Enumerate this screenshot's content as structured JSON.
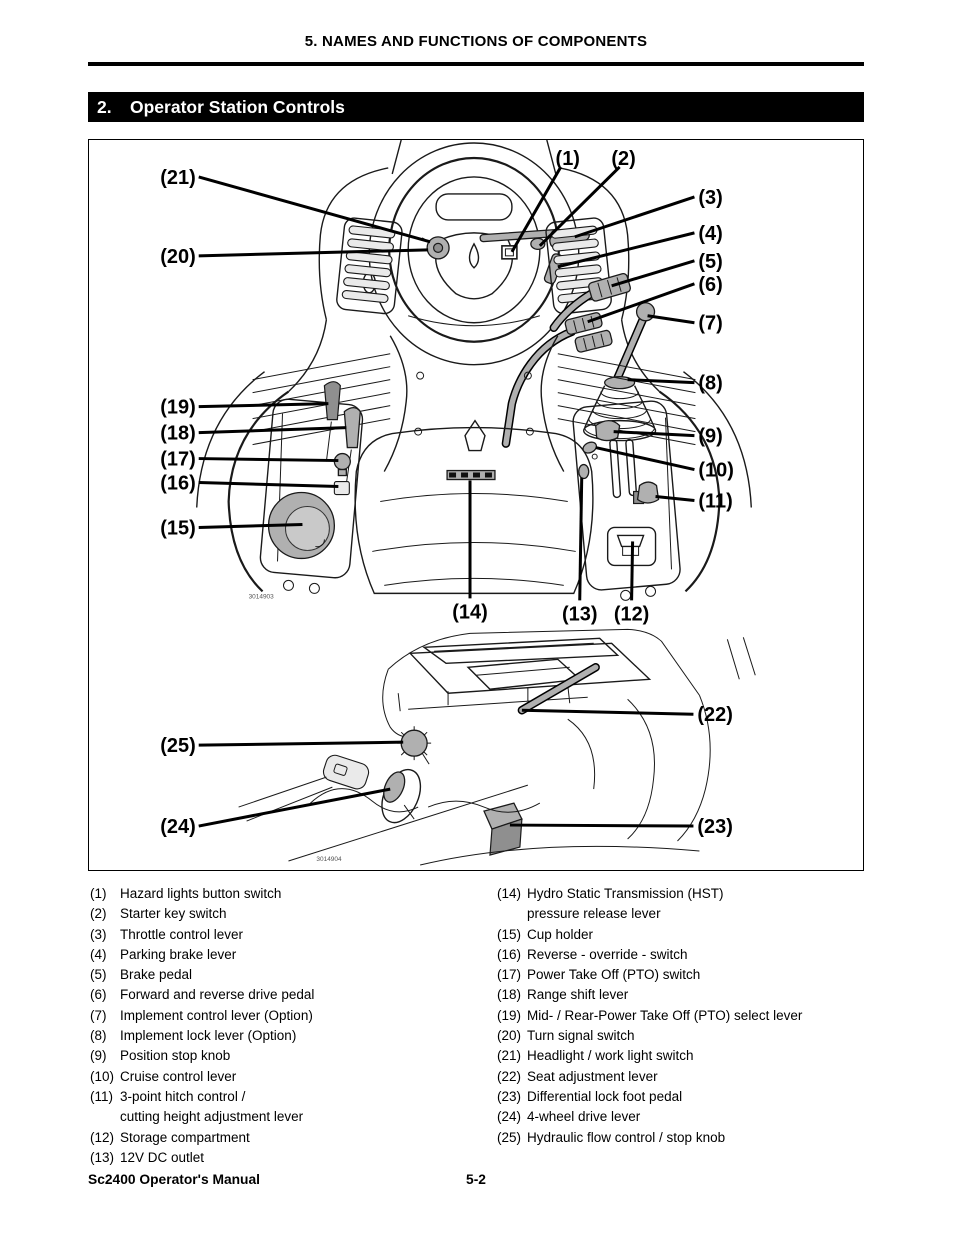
{
  "page": {
    "header": "5. NAMES AND FUNCTIONS OF COMPONENTS",
    "section_number": "2.",
    "section_title": "Operator Station Controls",
    "footer_left": "Sc2400 Operator's Manual",
    "footer_page": "5-2"
  },
  "colors": {
    "banner_bg": "#000000",
    "banner_text": "#ffffff",
    "metal_fill": "#b0b0b0",
    "line": "#1a1a1a"
  },
  "diagram": {
    "figure_codes": [
      "3014903",
      "3014904"
    ],
    "callouts": [
      {
        "label": "(1)"
      },
      {
        "label": "(2)"
      },
      {
        "label": "(3)"
      },
      {
        "label": "(4)"
      },
      {
        "label": "(5)"
      },
      {
        "label": "(6)"
      },
      {
        "label": "(7)"
      },
      {
        "label": "(8)"
      },
      {
        "label": "(9)"
      },
      {
        "label": "(10)"
      },
      {
        "label": "(11)"
      },
      {
        "label": "(12)"
      },
      {
        "label": "(13)"
      },
      {
        "label": "(14)"
      },
      {
        "label": "(15)"
      },
      {
        "label": "(16)"
      },
      {
        "label": "(17)"
      },
      {
        "label": "(18)"
      },
      {
        "label": "(19)"
      },
      {
        "label": "(20)"
      },
      {
        "label": "(21)"
      },
      {
        "label": "(22)"
      },
      {
        "label": "(23)"
      },
      {
        "label": "(24)"
      },
      {
        "label": "(25)"
      }
    ]
  },
  "legend": {
    "left": [
      {
        "num": "(1)",
        "text": "Hazard lights button switch"
      },
      {
        "num": "(2)",
        "text": "Starter key switch"
      },
      {
        "num": "(3)",
        "text": "Throttle control lever"
      },
      {
        "num": "(4)",
        "text": "Parking brake lever"
      },
      {
        "num": "(5)",
        "text": "Brake pedal"
      },
      {
        "num": "(6)",
        "text": "Forward and reverse drive pedal"
      },
      {
        "num": "(7)",
        "text": "Implement control lever (Option)"
      },
      {
        "num": "(8)",
        "text": "Implement lock lever (Option)"
      },
      {
        "num": "(9)",
        "text": "Position stop knob"
      },
      {
        "num": "(10)",
        "text": "Cruise control lever"
      },
      {
        "num": "(11)",
        "text": "3-point hitch control /",
        "text2": "cutting height adjustment lever"
      },
      {
        "num": "(12)",
        "text": "Storage compartment"
      },
      {
        "num": "(13)",
        "text": "12V DC outlet"
      }
    ],
    "right": [
      {
        "num": "(14)",
        "text": "Hydro Static Transmission (HST)",
        "text2": "pressure release lever"
      },
      {
        "num": "(15)",
        "text": "Cup holder"
      },
      {
        "num": "(16)",
        "text": "Reverse - override - switch"
      },
      {
        "num": "(17)",
        "text": "Power Take Off (PTO) switch"
      },
      {
        "num": "(18)",
        "text": "Range shift lever"
      },
      {
        "num": "(19)",
        "text": "Mid- / Rear-Power Take Off (PTO) select lever"
      },
      {
        "num": "(20)",
        "text": "Turn signal switch"
      },
      {
        "num": "(21)",
        "text": "Headlight / work light switch"
      },
      {
        "num": "(22)",
        "text": "Seat adjustment lever"
      },
      {
        "num": "(23)",
        "text": "Differential lock foot pedal"
      },
      {
        "num": "(24)",
        "text": "4-wheel drive lever"
      },
      {
        "num": "(25)",
        "text": "Hydraulic flow control / stop knob"
      }
    ]
  }
}
